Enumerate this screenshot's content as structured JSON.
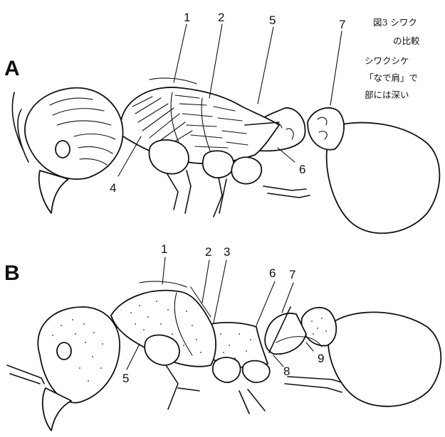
{
  "caption": {
    "lines": [
      "図3 シワク",
      "の比較",
      "シワクシケ",
      "「なで肩」で",
      "部には深い"
    ]
  },
  "panel_a": {
    "letter": "A",
    "labels": [
      "1",
      "2",
      "5",
      "7",
      "4",
      "6"
    ]
  },
  "panel_b": {
    "letter": "B",
    "labels": [
      "1",
      "2",
      "3",
      "6",
      "7",
      "8",
      "9",
      "5"
    ]
  }
}
